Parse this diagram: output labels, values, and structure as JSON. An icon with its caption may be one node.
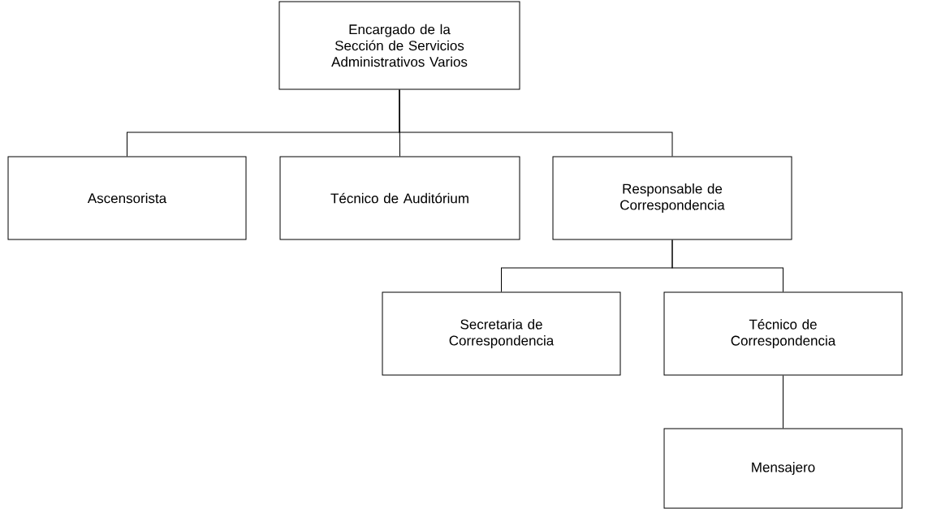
{
  "diagram": {
    "nodes": [
      {
        "text": [
          "Encargado de la Sección de Servicios Administrativos Varios"
        ]
      },
      {
        "text": [
          "Ascensorista"
        ]
      },
      {
        "text": [
          "Técnico de Auditórium"
        ]
      },
      {
        "text": [
          "Responsable de Correspondencia"
        ]
      },
      {
        "text": [
          "Secretaria de Correspondencia"
        ]
      },
      {
        "text": [
          "Técnico de Correspondencia"
        ]
      },
      {
        "text": [
          "Mensajero"
        ]
      }
    ],
    "edges": [
      {
        "from": 0,
        "to": 1,
        "arrow": "none"
      },
      {
        "from": 0,
        "to": 2,
        "arrow": "none"
      },
      {
        "from": 0,
        "to": 3,
        "arrow": "none"
      },
      {
        "from": 3,
        "to": 4,
        "arrow": "none"
      },
      {
        "from": 3,
        "to": 5,
        "arrow": "none"
      },
      {
        "from": 5,
        "to": 6,
        "arrow": "none"
      }
    ]
  }
}
